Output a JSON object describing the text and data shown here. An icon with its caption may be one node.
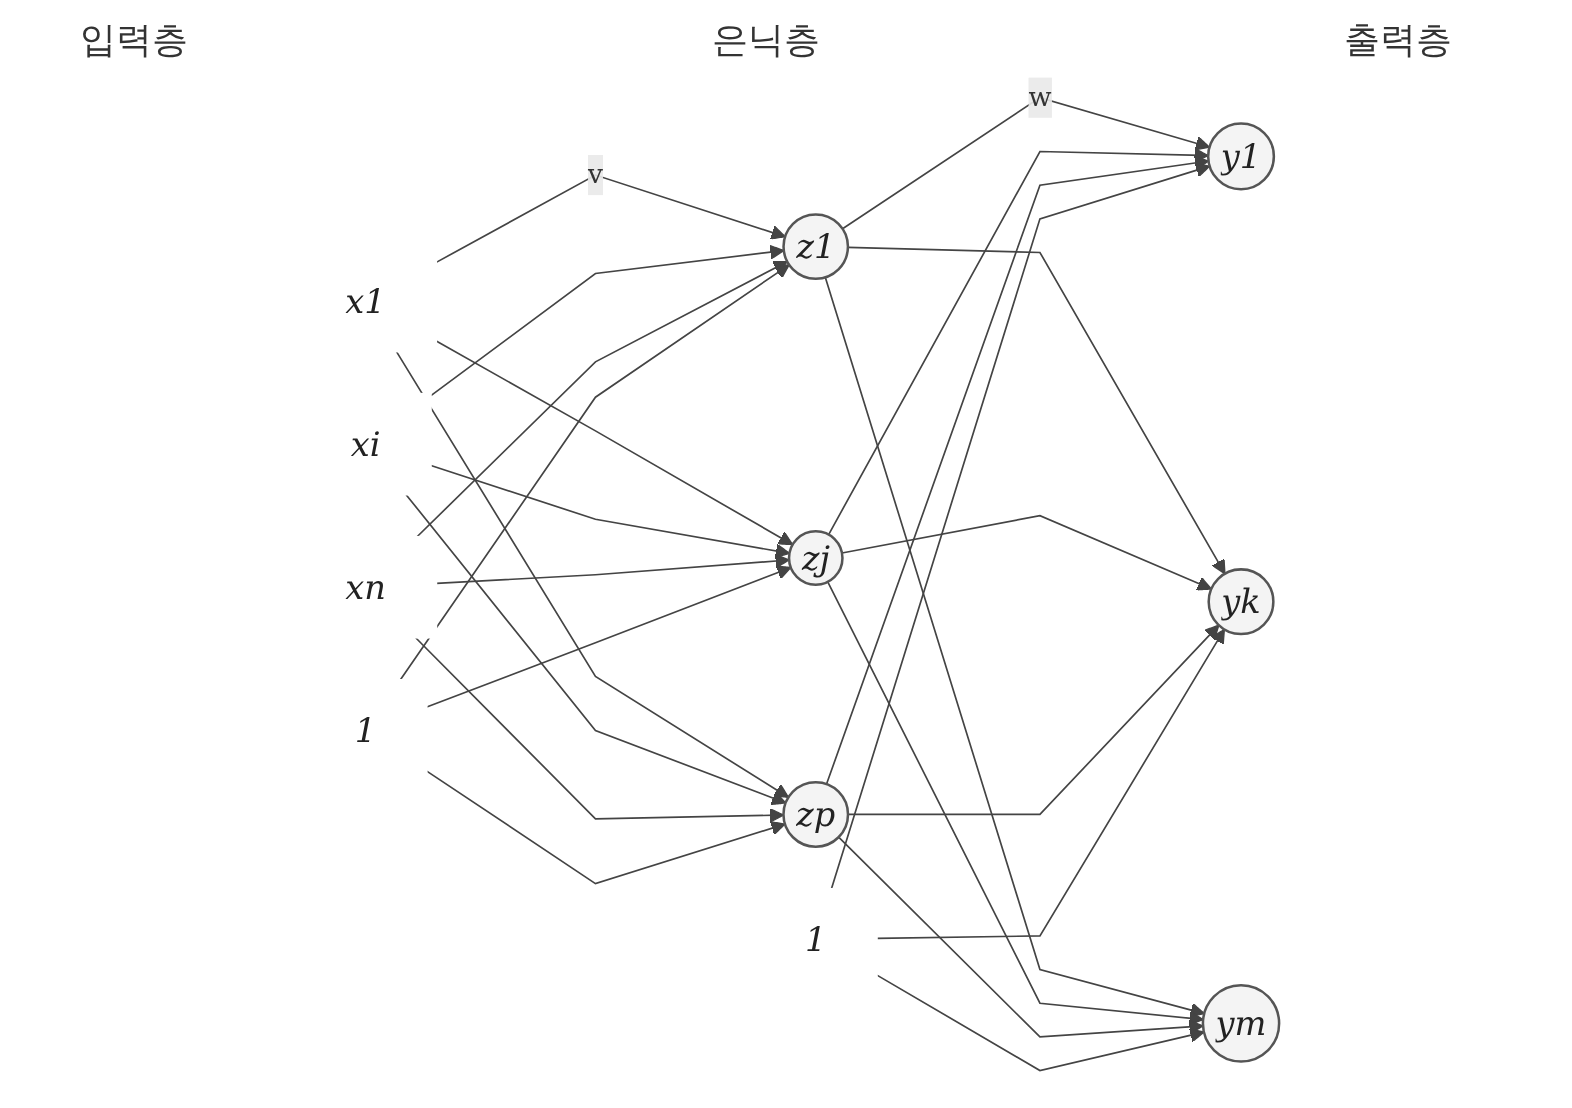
{
  "diagram": {
    "nodes": [
      {
        "text": [
          "x1"
        ]
      },
      {
        "text": [
          "xi"
        ]
      },
      {
        "text": [
          "xn"
        ]
      },
      {
        "text": [
          "1"
        ]
      },
      {
        "text": [
          "z1"
        ]
      },
      {
        "text": [
          "zj"
        ]
      },
      {
        "text": [
          "zp"
        ]
      },
      {
        "text": [
          "1"
        ]
      },
      {
        "text": [
          "y1"
        ]
      },
      {
        "text": [
          "yk"
        ]
      },
      {
        "text": [
          "ym"
        ]
      }
    ],
    "edges": [
      {
        "from": 0,
        "to": 4,
        "arrow": "to",
        "label": "v"
      },
      {
        "from": 0,
        "to": 5,
        "arrow": "to"
      },
      {
        "from": 0,
        "to": 6,
        "arrow": "to"
      },
      {
        "from": 1,
        "to": 4,
        "arrow": "to"
      },
      {
        "from": 1,
        "to": 5,
        "arrow": "to"
      },
      {
        "from": 1,
        "to": 6,
        "arrow": "to"
      },
      {
        "from": 2,
        "to": 4,
        "arrow": "to"
      },
      {
        "from": 2,
        "to": 5,
        "arrow": "to"
      },
      {
        "from": 2,
        "to": 6,
        "arrow": "to"
      },
      {
        "from": 3,
        "to": 4,
        "arrow": "to"
      },
      {
        "from": 3,
        "to": 5,
        "arrow": "to"
      },
      {
        "from": 3,
        "to": 6,
        "arrow": "to"
      },
      {
        "from": 4,
        "to": 8,
        "arrow": "to",
        "label": "w"
      },
      {
        "from": 4,
        "to": 9,
        "arrow": "to"
      },
      {
        "from": 4,
        "to": 10,
        "arrow": "to"
      },
      {
        "from": 5,
        "to": 8,
        "arrow": "to"
      },
      {
        "from": 5,
        "to": 9,
        "arrow": "to"
      },
      {
        "from": 5,
        "to": 10,
        "arrow": "to"
      },
      {
        "from": 6,
        "to": 8,
        "arrow": "to"
      },
      {
        "from": 6,
        "to": 9,
        "arrow": "to"
      },
      {
        "from": 6,
        "to": 10,
        "arrow": "to"
      },
      {
        "from": 7,
        "to": 8,
        "arrow": "to"
      },
      {
        "from": 7,
        "to": 9,
        "arrow": "to"
      },
      {
        "from": 7,
        "to": 10,
        "arrow": "to"
      }
    ],
    "labels": [
      "입력층",
      "은닉층",
      "출력층"
    ]
  }
}
